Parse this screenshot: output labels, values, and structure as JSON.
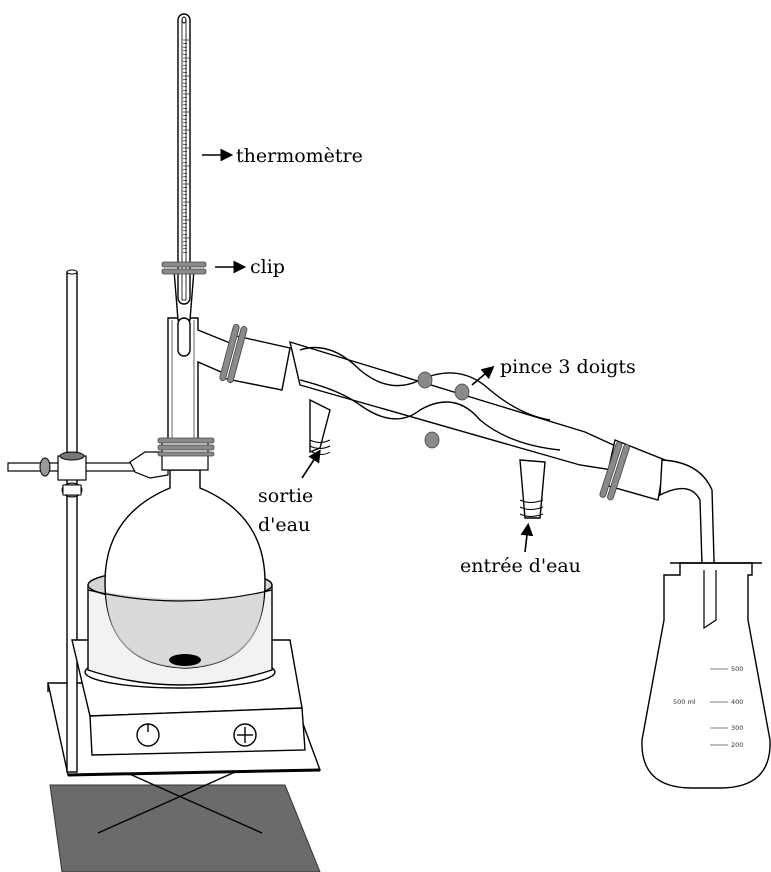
{
  "labels": {
    "thermometer": "thermomètre",
    "clip": "clip",
    "clamp": "pince 3 doigts",
    "water_out_1": "sortie",
    "water_out_2": "d'eau",
    "water_in": "entrée d'eau"
  },
  "flask_marks": {
    "volume": "500 ml",
    "m500": "500",
    "m400": "400",
    "m300": "300",
    "m200": "200"
  },
  "colors": {
    "clip": "#8a8a8a",
    "bath_liquid": "#d4d4d4",
    "base_plate": "#6b6b6b"
  }
}
